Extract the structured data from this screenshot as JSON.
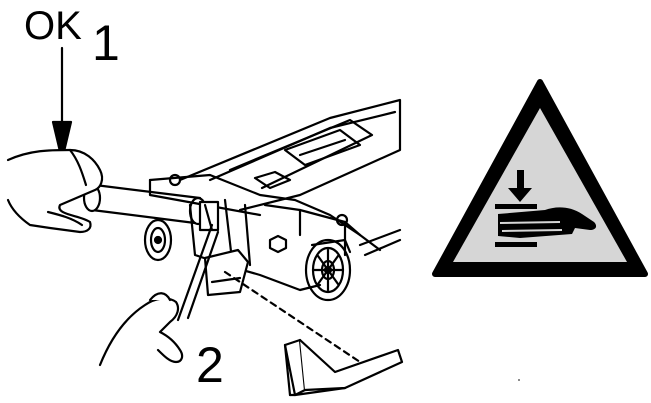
{
  "labels": {
    "ok": "OK",
    "step_1": "1",
    "step_2": "2"
  },
  "icons": {
    "warning_sign": "hand-crush-warning-icon",
    "operator_hand_top": "hand-icon",
    "operator_hand_bottom": "pointing-hand-icon",
    "press_arrow": "arrow-down-icon",
    "part": "bracket-part-icon"
  },
  "colors": {
    "line": "#000000",
    "sign_fill": "#d6d6d6",
    "sign_border": "#000000",
    "background": "#ffffff"
  }
}
